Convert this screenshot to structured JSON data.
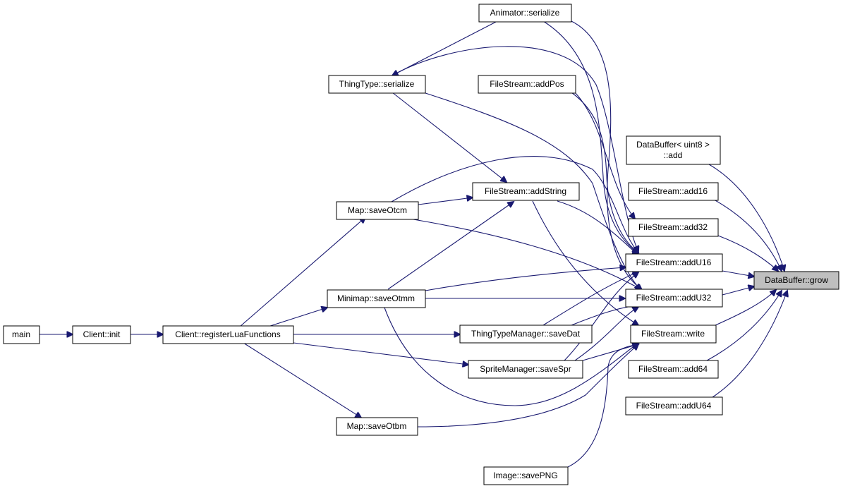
{
  "diagram": {
    "nodes": {
      "main": [
        "main"
      ],
      "client_init": [
        "Client::init"
      ],
      "register_lua": [
        "Client::registerLuaFunctions"
      ],
      "map_saveotcm": [
        "Map::saveOtcm"
      ],
      "minimap_saveotmm": [
        "Minimap::saveOtmm"
      ],
      "map_saveotbm": [
        "Map::saveOtbm"
      ],
      "animator_serialize": [
        "Animator::serialize"
      ],
      "thingtype_serialize": [
        "ThingType::serialize"
      ],
      "filestream_addpos": [
        "FileStream::addPos"
      ],
      "filestream_addstring": [
        "FileStream::addString"
      ],
      "thingtypemanager_savedat": [
        "ThingTypeManager::saveDat"
      ],
      "spritemanager_savespr": [
        "SpriteManager::saveSpr"
      ],
      "image_savepng": [
        "Image::savePNG"
      ],
      "databuffer_add": [
        "DataBuffer< uint8 >",
        "::add"
      ],
      "filestream_add16": [
        "FileStream::add16"
      ],
      "filestream_add32": [
        "FileStream::add32"
      ],
      "filestream_addu16": [
        "FileStream::addU16"
      ],
      "filestream_addu32": [
        "FileStream::addU32"
      ],
      "filestream_write": [
        "FileStream::write"
      ],
      "filestream_add64": [
        "FileStream::add64"
      ],
      "filestream_addu64": [
        "FileStream::addU64"
      ],
      "databuffer_grow": [
        "DataBuffer::grow"
      ]
    }
  }
}
